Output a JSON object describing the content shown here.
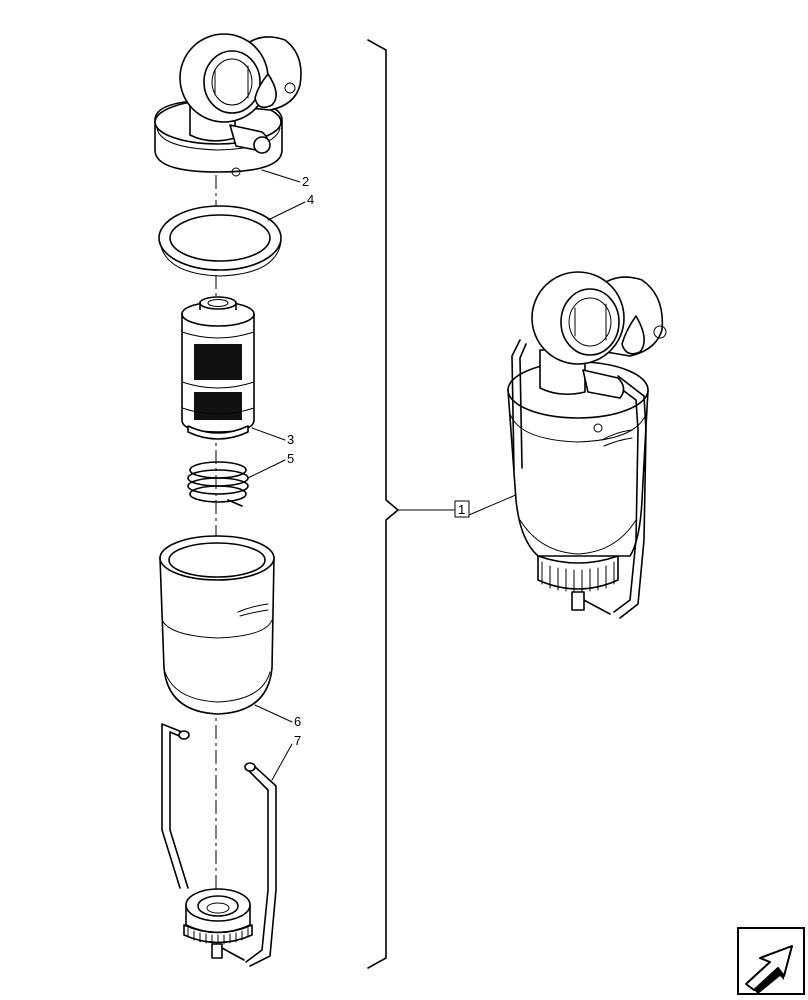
{
  "callouts": {
    "top_cover": "2",
    "seal_ring": "4",
    "filter_element": "3",
    "spring": "5",
    "bowl": "6",
    "bracket": "7",
    "assembly": "1"
  },
  "icons": {
    "corner": "arrow-icon"
  }
}
